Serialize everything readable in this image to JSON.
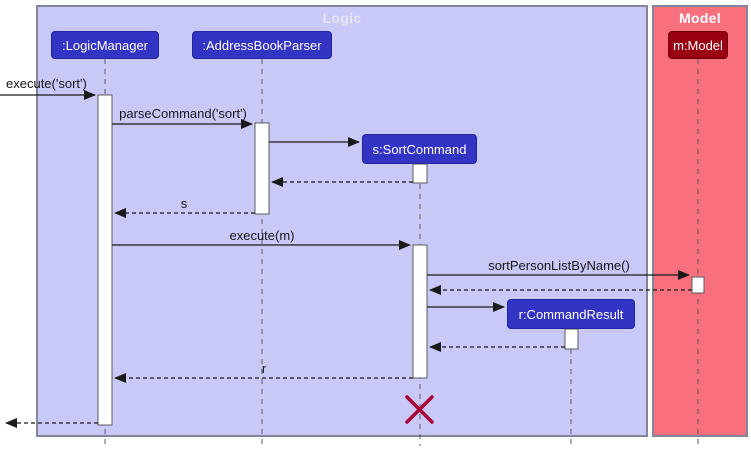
{
  "diagram": {
    "type": "uml-sequence-diagram",
    "frames": {
      "logic": {
        "label": "Logic"
      },
      "model": {
        "label": "Model"
      }
    },
    "participants": {
      "logic_manager": {
        "label": ":LogicManager"
      },
      "address_book_parser": {
        "label": ":AddressBookParser"
      },
      "sort_command": {
        "label": "s:SortCommand"
      },
      "command_result": {
        "label": "r:CommandResult"
      },
      "model": {
        "label": "m:Model"
      }
    },
    "messages": {
      "execute_sort": {
        "label": "execute('sort')",
        "type": "solid-call"
      },
      "parse_command": {
        "label": "parseCommand('sort')",
        "type": "solid-call"
      },
      "create_sort_command": {
        "label": "",
        "type": "create"
      },
      "return_to_parser": {
        "label": "",
        "type": "dashed-return"
      },
      "return_s": {
        "label": "s",
        "type": "dashed-return"
      },
      "execute_m": {
        "label": "execute(m)",
        "type": "solid-call"
      },
      "sort_person_list": {
        "label": "sortPersonListByName()",
        "type": "solid-call"
      },
      "return_from_model": {
        "label": "",
        "type": "dashed-return"
      },
      "create_command_result": {
        "label": "",
        "type": "create"
      },
      "return_from_result": {
        "label": "",
        "type": "dashed-return"
      },
      "return_r": {
        "label": "r",
        "type": "dashed-return"
      },
      "final_return": {
        "label": "",
        "type": "dashed-return"
      }
    },
    "colors": {
      "logic_frame_fill": "#C9C9F8",
      "model_frame_fill": "#F8707E",
      "frame_border": "#83839B",
      "participant_fill": "#3333C4",
      "model_participant_fill": "#990012",
      "participant_text": "#FFFFFF",
      "lifeline": "#5A5A5A",
      "activation_fill": "#FFFFFF",
      "arrow": "#1A1A1A",
      "destroy_x": "#A80036"
    }
  }
}
